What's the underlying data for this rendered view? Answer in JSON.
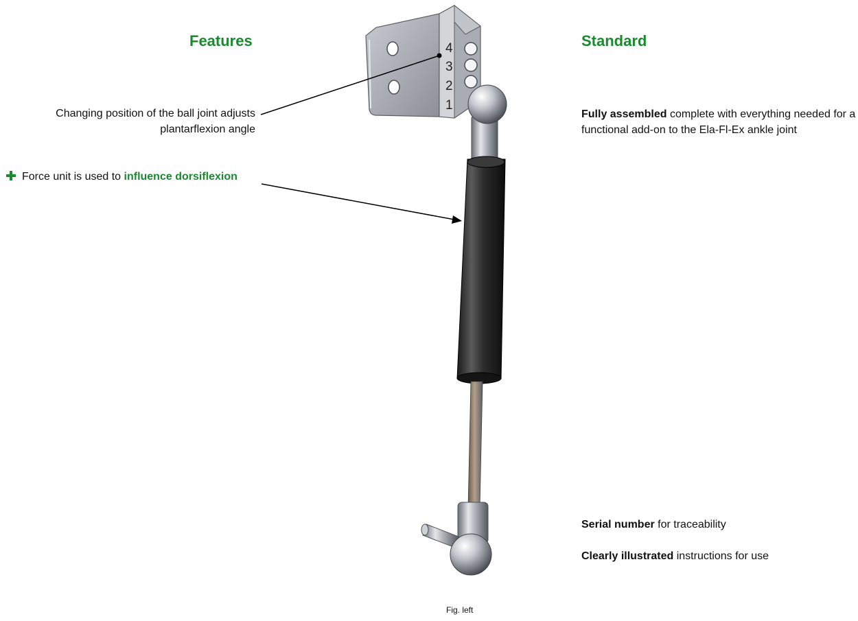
{
  "features": {
    "title": "Features",
    "item1": "Changing position of the ball joint adjusts plantarflexion angle",
    "item2_prefix": "Force unit is used to ",
    "item2_highlight": "influence dorsiflexion",
    "plus_icon": "plus-icon"
  },
  "standard": {
    "title": "Standard",
    "item1_bold": "Fully assembled",
    "item1_rest": " complete with everything needed for a functional add-on to the Ela-Fl-Ex ankle joint",
    "item2_bold": "Serial number",
    "item2_rest": " for traceability",
    "item3_bold": "Clearly illustrated",
    "item3_rest": " instructions for use"
  },
  "bracket_numbers": [
    "4",
    "3",
    "2",
    "1"
  ],
  "caption": "Fig. left",
  "colors": {
    "accent": "#1a8a2e",
    "text": "#111111"
  }
}
